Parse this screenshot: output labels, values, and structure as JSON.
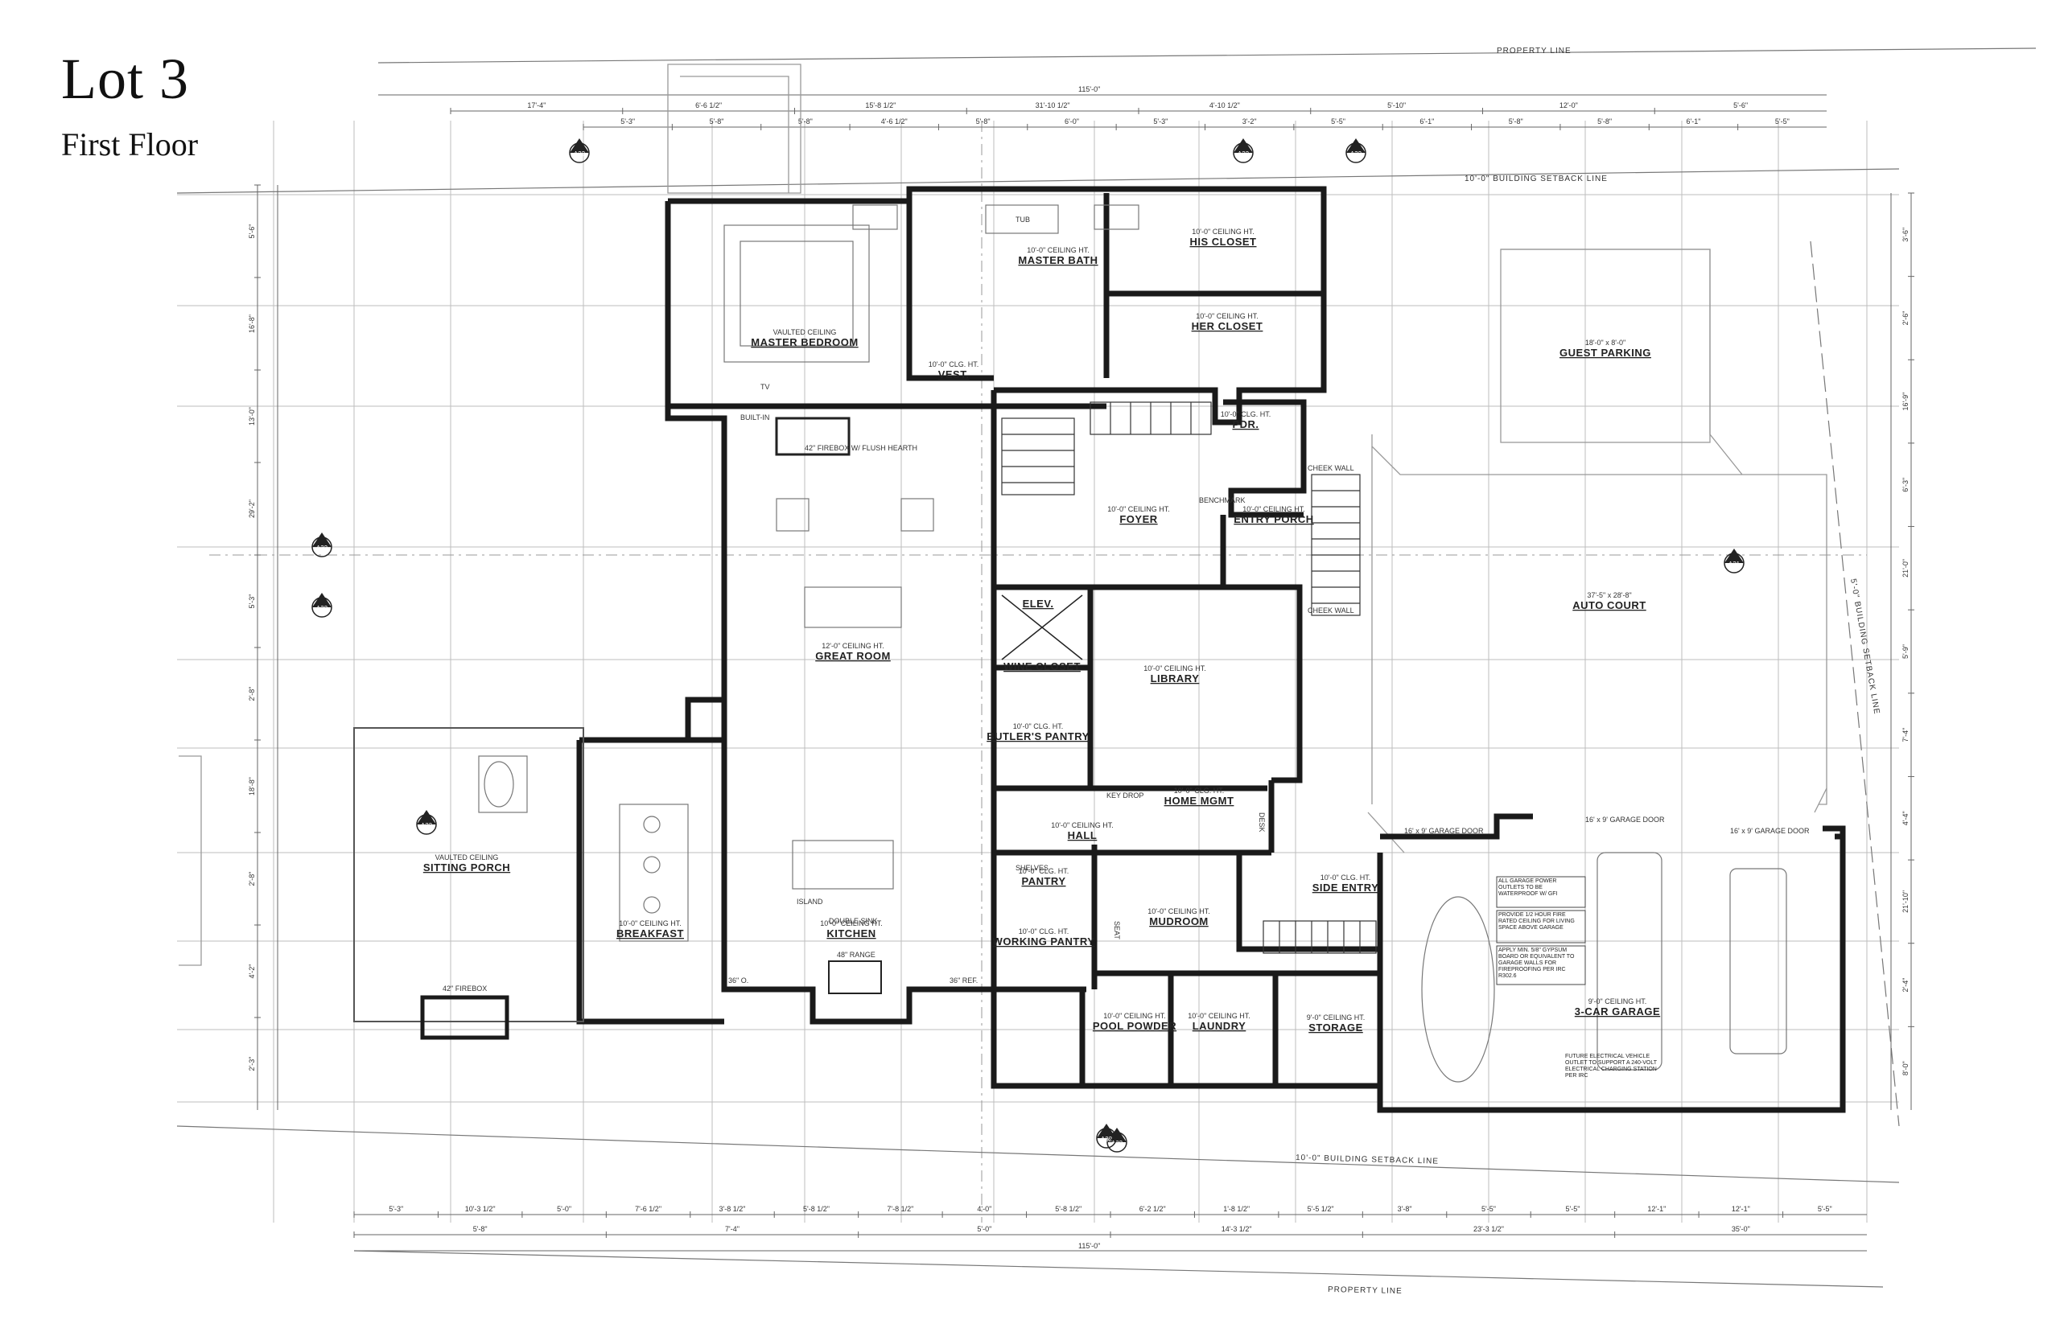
{
  "heading": {
    "title": "Lot 3",
    "subtitle": "First Floor"
  },
  "lines": {
    "property_line": "PROPERTY LINE",
    "setback_rear": "10'-0\" BUILDING SETBACK LINE",
    "setback_front": "10'-0\" BUILDING SETBACK LINE",
    "setback_side": "5'-0\" BUILDING SETBACK LINE"
  },
  "rooms": [
    {
      "id": "master-bedroom",
      "sub": "VAULTED CEILING",
      "name": "MASTER BEDROOM"
    },
    {
      "id": "master-bath",
      "sub": "10'-0\" CEILING HT.",
      "name": "MASTER BATH"
    },
    {
      "id": "his-closet",
      "sub": "10'-0\" CEILING HT.",
      "name": "HIS CLOSET"
    },
    {
      "id": "her-closet",
      "sub": "10'-0\" CEILING HT.",
      "name": "HER CLOSET"
    },
    {
      "id": "vest",
      "sub": "10'-0\" CLG. HT.",
      "name": "VEST."
    },
    {
      "id": "pdr",
      "sub": "10'-0\" CLG. HT.",
      "name": "PDR."
    },
    {
      "id": "foyer",
      "sub": "10'-0\" CEILING HT.",
      "name": "FOYER"
    },
    {
      "id": "entry-porch",
      "sub": "10'-0\" CEILING HT.",
      "name": "ENTRY PORCH"
    },
    {
      "id": "great-room",
      "sub": "12'-0\" CEILING HT.",
      "name": "GREAT ROOM"
    },
    {
      "id": "elev",
      "sub": "",
      "name": "ELEV."
    },
    {
      "id": "wine-closet",
      "sub": "",
      "name": "WINE CLOSET"
    },
    {
      "id": "butlers-pantry",
      "sub": "10'-0\" CLG. HT.",
      "name": "BUTLER'S PANTRY"
    },
    {
      "id": "library",
      "sub": "10'-0\" CEILING HT.",
      "name": "LIBRARY"
    },
    {
      "id": "guest-parking",
      "sub": "18'-0\" x 8'-0\"",
      "name": "GUEST PARKING"
    },
    {
      "id": "auto-court",
      "sub": "37'-5\" x 28'-8\"",
      "name": "AUTO COURT"
    },
    {
      "id": "sitting-porch",
      "sub": "VAULTED CEILING",
      "name": "SITTING PORCH"
    },
    {
      "id": "breakfast",
      "sub": "10'-0\" CEILING HT.",
      "name": "BREAKFAST"
    },
    {
      "id": "hall",
      "sub": "10'-0\" CEILING HT.",
      "name": "HALL"
    },
    {
      "id": "home-mgmt",
      "sub": "10'-0\" CLG. HT.",
      "name": "HOME MGMT"
    },
    {
      "id": "pantry",
      "sub": "10'-0\" CLG. HT.",
      "name": "PANTRY"
    },
    {
      "id": "working-pantry",
      "sub": "10'-0\" CLG. HT.",
      "name": "WORKING PANTRY"
    },
    {
      "id": "kitchen",
      "sub": "10'-0\" CEILING HT.",
      "name": "KITCHEN"
    },
    {
      "id": "mudroom",
      "sub": "10'-0\" CEILING HT.",
      "name": "MUDROOM"
    },
    {
      "id": "side-entry",
      "sub": "10'-0\" CLG. HT.",
      "name": "SIDE ENTRY"
    },
    {
      "id": "pool-powder",
      "sub": "10'-0\" CEILING HT.",
      "name": "POOL POWDER"
    },
    {
      "id": "laundry",
      "sub": "10'-0\" CEILING HT.",
      "name": "LAUNDRY"
    },
    {
      "id": "storage",
      "sub": "9'-0\" CEILING HT.",
      "name": "STORAGE"
    },
    {
      "id": "garage",
      "sub": "9'-0\" CEILING HT.",
      "name": "3-CAR GARAGE"
    }
  ],
  "fixtures": {
    "fireplace_main": "42\" FIREBOX W/ FLUSH HEARTH",
    "fireplace_porch": "42\" FIREBOX",
    "built_in": "BUILT-IN",
    "tv": "TV",
    "tub": "TUB",
    "island": "ISLAND",
    "double_sink": "DOUBLE SINK",
    "range": "48\" RANGE",
    "refrigerator": "36\" REF.",
    "oven": "36\" O.",
    "key_drop": "KEY DROP",
    "desk": "DESK",
    "benchmark": "BENCHMARK",
    "shelves": "SHELVES",
    "seat": "SEAT",
    "cheek_wall": "CHEEK WALL"
  },
  "garage_notes": [
    "ALL GARAGE POWER OUTLETS TO BE WATERPROOF W/ GFI",
    "PROVIDE 1/2 HOUR FIRE RATED CEILING FOR LIVING SPACE ABOVE GARAGE",
    "APPLY MIN. 5/8\" GYPSUM BOARD OR EQUIVALENT TO GARAGE WALLS FOR FIREPROOFING PER IRC R302.6"
  ],
  "ev_note": "FUTURE ELECTRICAL VEHICLE OUTLET TO SUPPORT A 240-VOLT ELECTRICAL CHARGING STATION PER IRC",
  "garage_door": "16' x 9' GARAGE DOOR",
  "dims_top_overall": "115'-0\"",
  "dims_top_row1": [
    "17'-4\"",
    "6'-6 1/2\"",
    "15'-8 1/2\"",
    "31'-10 1/2\"",
    "4'-10 1/2\"",
    "5'-10\"",
    "12'-0\"",
    "5'-6\""
  ],
  "dims_top_row2": [
    "5'-3\"",
    "5'-8\"",
    "5'-8\"",
    "4'-6 1/2\"",
    "5'-8\"",
    "6'-0\"",
    "5'-3\"",
    "3'-2\"",
    "5'-5\"",
    "6'-1\"",
    "5'-8\"",
    "5'-8\"",
    "6'-1\"",
    "5'-5\""
  ],
  "dims_bottom_row1": [
    "5'-3\"",
    "10'-3 1/2\"",
    "5'-0\"",
    "7'-6 1/2\"",
    "3'-8 1/2\"",
    "5'-8 1/2\"",
    "7'-8 1/2\"",
    "4'-0\"",
    "5'-8 1/2\"",
    "6'-2 1/2\"",
    "1'-8 1/2\"",
    "5'-5 1/2\"",
    "3'-8\"",
    "5'-5\"",
    "5'-5\"",
    "12'-1\"",
    "12'-1\"",
    "5'-5\""
  ],
  "dims_bottom_row2": [
    "5'-8\"",
    "7'-4\"",
    "5'-0\"",
    "14'-3 1/2\"",
    "23'-3 1/2\"",
    "35'-0\""
  ],
  "dims_bottom_overall": "115'-0\"",
  "dims_left": [
    "5'-6\"",
    "16'-8\"",
    "13'-0\"",
    "29'-2\"",
    "5'-3\"",
    "2'-8\"",
    "18'-8\"",
    "2'-8\"",
    "4'-2\"",
    "2'-3\""
  ],
  "dims_right": [
    "3'-6\"",
    "2'-6\"",
    "16'-9\"",
    "6'-3\"",
    "21'-0\"",
    "5'-9\"",
    "7'-4\"",
    "4'-4\"",
    "21'-10\"",
    "2'-4\"",
    "8'-0\""
  ],
  "section_tags": [
    "A32",
    "A32",
    "A32",
    "A32",
    "A32",
    "A31",
    "A32",
    "A32",
    "A32"
  ]
}
